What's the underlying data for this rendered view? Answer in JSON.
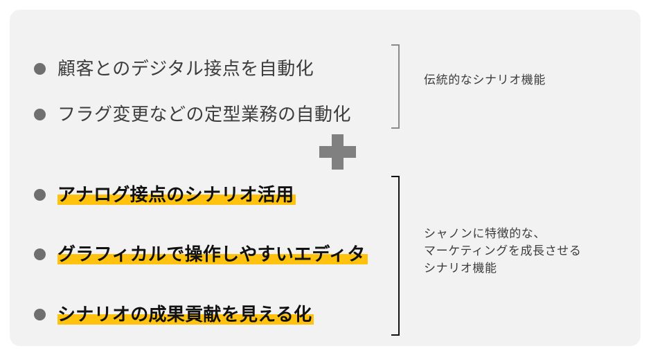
{
  "card": {
    "background_color": "#f2f2f2",
    "corner_radius": "15px"
  },
  "colors": {
    "page_background": "#ffffff",
    "card_background": "#f2f2f2",
    "bullet_dot": "#6f6f6f",
    "body_text": "#3c3c3c",
    "emphasis_text": "#111111",
    "highlight": "#ffc20e",
    "plus_sign": "#808080",
    "bracket_top": "#8a8a8a",
    "bracket_bottom": "#121212"
  },
  "groups": {
    "traditional": {
      "bullets": [
        {
          "text": "顧客とのデジタル接点を自動化",
          "highlighted": false,
          "emphasis": false
        },
        {
          "text": "フラグ変更などの定型業務の自動化",
          "highlighted": false,
          "emphasis": false
        }
      ],
      "label": "伝統的なシナリオ機能"
    },
    "shanon": {
      "bullets": [
        {
          "text": "アナログ接点のシナリオ活用",
          "highlighted": true,
          "emphasis": true
        },
        {
          "text": "グラフィカルで操作しやすいエディタ",
          "highlighted": true,
          "emphasis": true
        },
        {
          "text": "シナリオの成果貢献を見える化",
          "highlighted": true,
          "emphasis": true
        }
      ],
      "label_lines": [
        "シャノンに特徴的な、",
        "マーケティングを成長させる",
        "シナリオ機能"
      ],
      "label": "シャノンに特徴的な、\nマーケティングを成長させる\nシナリオ機能"
    }
  },
  "connector": {
    "symbol": "plus",
    "meaning": "addition-between-groups"
  }
}
